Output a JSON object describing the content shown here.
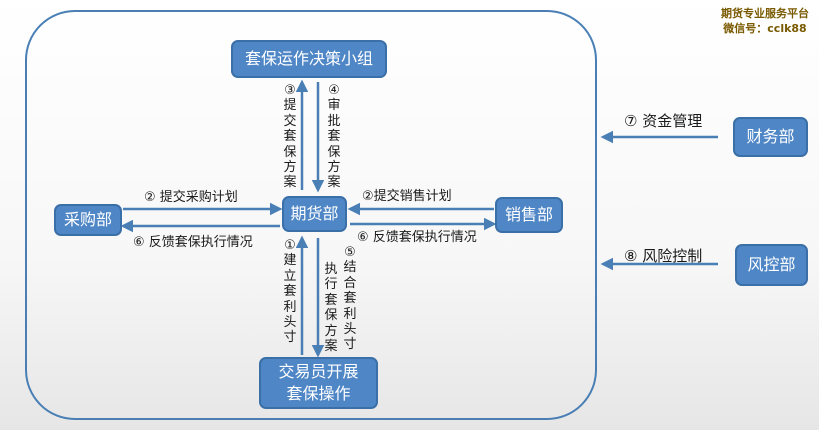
{
  "brand": {
    "line1": "期货专业服务平台",
    "line2": "微信号：cclk88"
  },
  "boxes": {
    "decision": "套保运作决策小组",
    "futures": "期货部",
    "procurement": "采购部",
    "sales": "销售部",
    "trader_line1": "交易员开展",
    "trader_line2": "套保操作",
    "finance": "财务部",
    "risk": "风控部"
  },
  "labels": {
    "submit_plan": "③提交套保方案",
    "approve_plan": "④审批套保方案",
    "submit_purchase": "② 提交采购计划",
    "feedback_left": "⑥ 反馈套保执行情况",
    "submit_sales": "②提交销售计划",
    "feedback_right": "⑥ 反馈套保执行情况",
    "build_position": "①建立套利头寸",
    "execute_plan": "执行套保方案",
    "combine_position": "⑤结合套利头寸",
    "fund_mgmt": "⑦ 资金管理",
    "risk_ctrl": "⑧ 风险控制"
  },
  "colors": {
    "box_fill": "#4f86c6",
    "arrow": "#4a7fb5",
    "frame": "#4a7fb5"
  }
}
